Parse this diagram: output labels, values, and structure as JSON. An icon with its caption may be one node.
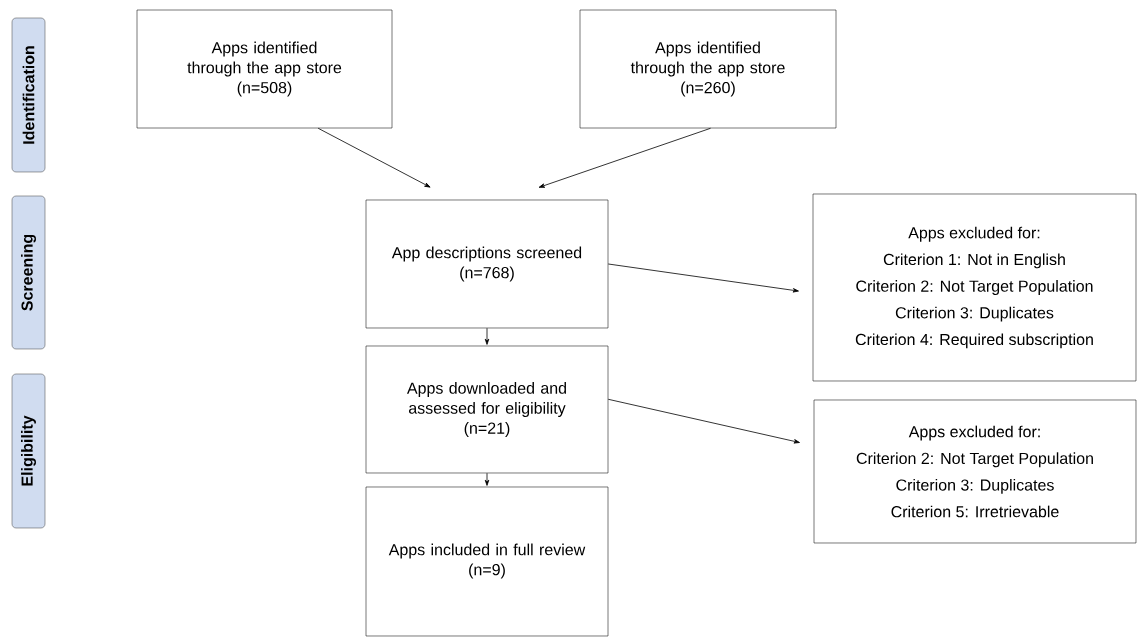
{
  "diagram": {
    "nodes": [
      {
        "text": [
          "Identification"
        ]
      },
      {
        "text": [
          "Screening"
        ]
      },
      {
        "text": [
          "Eligibility"
        ]
      },
      {
        "text": [
          "Apps identified through the app store",
          "(n=508)"
        ]
      },
      {
        "text": [
          "Apps identified through the app store",
          "(n=260)"
        ]
      },
      {
        "text": [
          "App descriptions screened",
          "(n=768)"
        ]
      },
      {
        "text": [
          "Apps excluded for:",
          "Criterion 1: Not in English",
          "Criterion 2: Not Target Population",
          "Criterion 3: Duplicates",
          "Criterion 4: Required subscription"
        ]
      },
      {
        "text": [
          "Apps downloaded and assessed for eligibility",
          "(n=21)"
        ]
      },
      {
        "text": [
          "Apps excluded for:",
          "Criterion 2: Not Target Population",
          "Criterion 3: Duplicates",
          "Criterion 5: Irretrievable"
        ]
      },
      {
        "text": [
          "Apps included in full review",
          "(n=9)"
        ]
      }
    ],
    "edges": [
      {
        "from": 3,
        "to": 5,
        "arrow": "to"
      },
      {
        "from": 4,
        "to": 5,
        "arrow": "to"
      },
      {
        "from": 5,
        "to": 6,
        "arrow": "to"
      },
      {
        "from": 5,
        "to": 7,
        "arrow": "to"
      },
      {
        "from": 7,
        "to": 8,
        "arrow": "to"
      },
      {
        "from": 7,
        "to": 9,
        "arrow": "to"
      }
    ]
  }
}
